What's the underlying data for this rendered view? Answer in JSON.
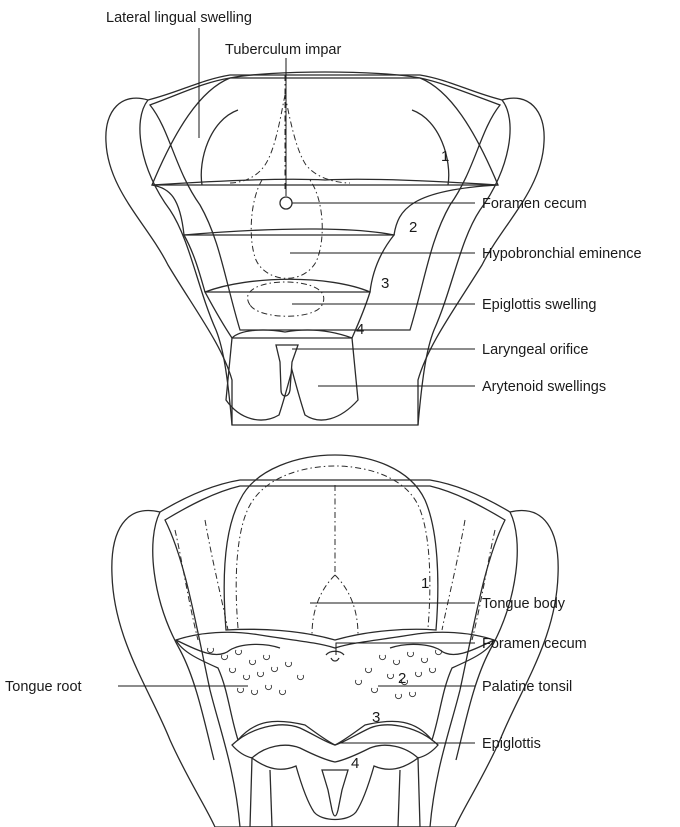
{
  "top_diagram": {
    "labels": {
      "lateral_lingual_swelling": "Lateral lingual swelling",
      "tuberculum_impar": "Tuberculum impar",
      "foramen_cecum": "Foramen cecum",
      "hypobronchial_eminence": "Hypobronchial eminence",
      "epiglottis_swelling": "Epiglottis swelling",
      "laryngeal_orifice": "Laryngeal orifice",
      "arytenoid_swellings": "Arytenoid swellings"
    },
    "arch_numbers": [
      "1",
      "2",
      "3",
      "4"
    ]
  },
  "bottom_diagram": {
    "labels": {
      "tongue_body": "Tongue body",
      "foramen_cecum": "Foramen cecum",
      "tongue_root": "Tongue root",
      "palatine_tonsil": "Palatine tonsil",
      "epiglottis": "Epiglottis"
    },
    "arch_numbers": [
      "1",
      "2",
      "3",
      "4"
    ]
  },
  "colors": {
    "arch_tan": "#f1dcc0",
    "arch_1_orange": "#f3cfb0",
    "arch_2_blue": "#c9d3ea",
    "arch_3_yellow": "#fbf3c6",
    "arch_4_green": "#d9e8cf",
    "tongue_body": "#f3d2b6",
    "tongue_root": "#fbf4c8",
    "outline": "#2b2b2b"
  }
}
